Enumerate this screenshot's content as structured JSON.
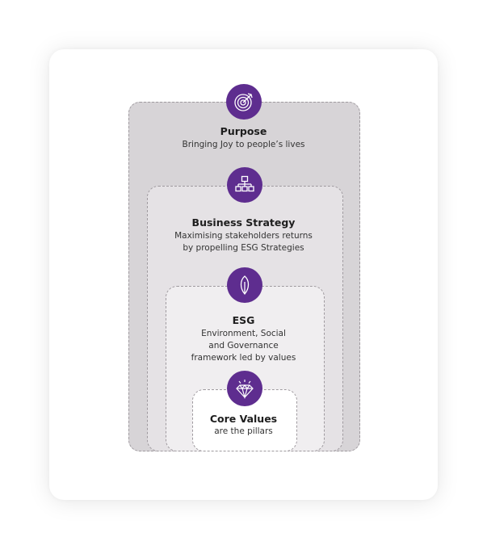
{
  "layers": {
    "purpose": {
      "title": "Purpose",
      "lines": [
        "Bringing Joy to people’s lives"
      ],
      "icon": "target-icon"
    },
    "strategy": {
      "title": "Business Strategy",
      "lines": [
        "Maximising stakeholders returns",
        "by propelling ESG Strategies"
      ],
      "icon": "org-chart-icon"
    },
    "esg": {
      "title": "ESG",
      "lines": [
        "Environment, Social",
        "and Governance",
        "framework led by values"
      ],
      "icon": "leaf-icon"
    },
    "core": {
      "title": "Core Values",
      "lines": [
        "are the pillars"
      ],
      "icon": "diamond-icon"
    }
  },
  "colors": {
    "accent": "#5e2d8f",
    "outer_layer": "#d7d4d7",
    "middle_layer": "#e5e2e5",
    "inner_layer": "#f0eef0",
    "core_layer": "#ffffff"
  }
}
